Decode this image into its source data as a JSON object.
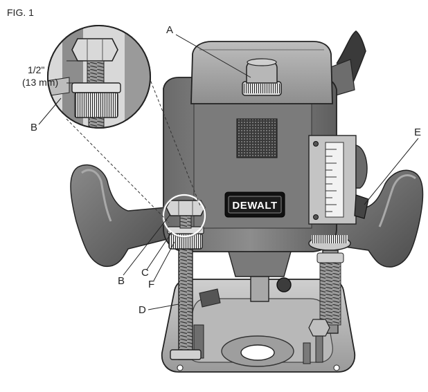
{
  "figure_title": "FIG. 1",
  "brand_logo": "DEWALT",
  "dimension": {
    "line1": "1/2\"",
    "line2": "(13 mm)"
  },
  "labels": {
    "a": "A",
    "b_detail": "B",
    "b_main": "B",
    "c": "C",
    "d": "D",
    "e": "E",
    "f": "F"
  },
  "colors": {
    "ink": "#222222",
    "body_dark": "#5f5f5f",
    "body_mid": "#8a8a8a",
    "body_light": "#b5b5b5",
    "logo_bg": "#111111",
    "logo_text": "#ffffff"
  }
}
